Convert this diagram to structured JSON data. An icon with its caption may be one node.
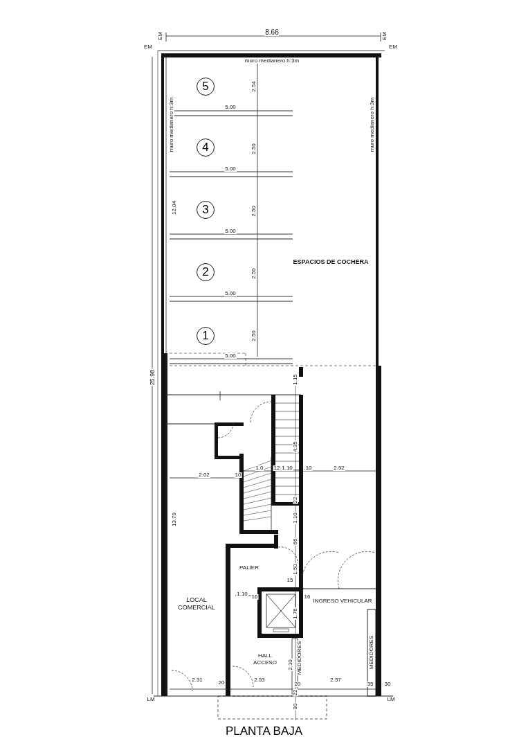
{
  "diagram": {
    "title": "PLANTA BAJA",
    "nodes": [
      {
        "text": [
          "5"
        ]
      },
      {
        "text": [
          "4"
        ]
      },
      {
        "text": [
          "3"
        ]
      },
      {
        "text": [
          "2"
        ]
      },
      {
        "text": [
          "1"
        ]
      }
    ],
    "labels": [
      "EM",
      "8.66",
      "EM",
      "EM",
      "EM",
      "muro medianero h:3m",
      "2.54",
      "muro medianero h:3m",
      "muro medianero h:3m",
      "5.00",
      "2.50",
      "5.00",
      "12.04",
      "2.50",
      "5.00",
      "ESPACIOS DE COCHERA",
      "2.50",
      "5.00",
      "2.50",
      "25.98",
      "5.00",
      "1.15",
      "4.35",
      "1.0",
      "12",
      "1.10",
      ".10",
      "2.92",
      "2.02",
      "10",
      "13.79",
      "22",
      "1.10",
      "66",
      "PALIER",
      "1.50",
      "15",
      "LOCAL COMERCIAL",
      "1.10",
      "16",
      "16",
      "INGRESO VEHICULAR",
      "1.76",
      "HALL ACCESO",
      "2.10",
      "MEDIDORES",
      "MEDIDORES",
      "2.31",
      "20",
      "2.53",
      "20",
      "2.57",
      "35",
      "30",
      "LM",
      "22",
      "LM",
      "90"
    ]
  }
}
